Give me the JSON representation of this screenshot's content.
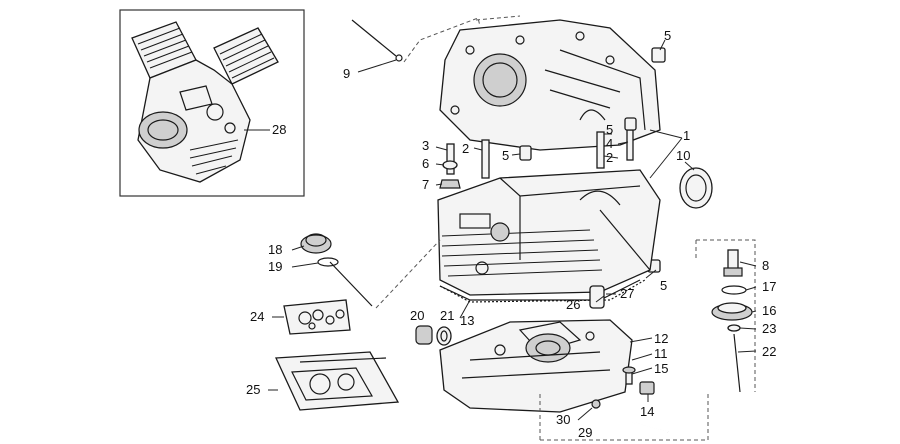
{
  "diagram": {
    "callouts": [
      {
        "id": "c1",
        "text": "1"
      },
      {
        "id": "c2a",
        "text": "2"
      },
      {
        "id": "c2b",
        "text": "2"
      },
      {
        "id": "c3",
        "text": "3"
      },
      {
        "id": "c4",
        "text": "4"
      },
      {
        "id": "c5a",
        "text": "5"
      },
      {
        "id": "c5b",
        "text": "5"
      },
      {
        "id": "c5c",
        "text": "5"
      },
      {
        "id": "c5d",
        "text": "5"
      },
      {
        "id": "c6",
        "text": "6"
      },
      {
        "id": "c7",
        "text": "7"
      },
      {
        "id": "c8",
        "text": "8"
      },
      {
        "id": "c9",
        "text": "9"
      },
      {
        "id": "c10",
        "text": "10"
      },
      {
        "id": "c11",
        "text": "11"
      },
      {
        "id": "c12",
        "text": "12"
      },
      {
        "id": "c13",
        "text": "13"
      },
      {
        "id": "c14",
        "text": "14"
      },
      {
        "id": "c15",
        "text": "15"
      },
      {
        "id": "c16",
        "text": "16"
      },
      {
        "id": "c17",
        "text": "17"
      },
      {
        "id": "c18",
        "text": "18"
      },
      {
        "id": "c19",
        "text": "19"
      },
      {
        "id": "c20",
        "text": "20"
      },
      {
        "id": "c21",
        "text": "21"
      },
      {
        "id": "c22",
        "text": "22"
      },
      {
        "id": "c23",
        "text": "23"
      },
      {
        "id": "c24",
        "text": "24"
      },
      {
        "id": "c25",
        "text": "25"
      },
      {
        "id": "c26",
        "text": "26"
      },
      {
        "id": "c27",
        "text": "27"
      },
      {
        "id": "c28",
        "text": "28"
      },
      {
        "id": "c29",
        "text": "29"
      },
      {
        "id": "c30",
        "text": "30"
      }
    ]
  }
}
